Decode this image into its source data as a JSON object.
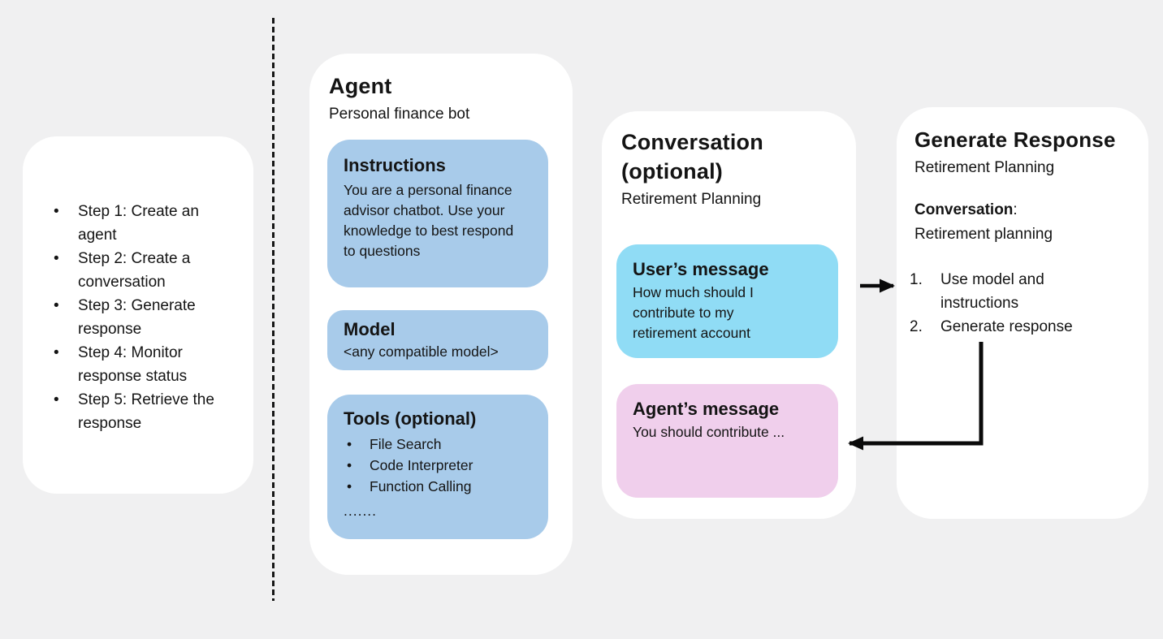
{
  "glyphs": {
    "bullet": "•"
  },
  "colors": {
    "background": "#f0f0f1",
    "card": "#ffffff",
    "agent_box_blue": "#a8cbea",
    "user_message_cyan": "#90dcf5",
    "agent_message_pink": "#f0cfec",
    "arrow_black": "#0a0a0a"
  },
  "steps_panel": {
    "items": [
      "Step 1: Create an agent",
      "Step 2: Create a conversation",
      "Step 3: Generate response",
      "Step 4: Monitor response status",
      "Step 5: Retrieve the response"
    ]
  },
  "agent_card": {
    "title": "Agent",
    "subtitle": "Personal finance bot",
    "instructions": {
      "title": "Instructions",
      "body": "You are a personal finance advisor chatbot. Use your knowledge to best respond to questions"
    },
    "model": {
      "title": "Model",
      "body": "<any compatible model>"
    },
    "tools": {
      "title": "Tools (optional)",
      "items": [
        "File Search",
        "Code Interpreter",
        "Function Calling"
      ],
      "ellipsis": "......."
    }
  },
  "conversation_card": {
    "title": "Conversation (optional)",
    "subtitle": "Retirement Planning",
    "user_message": {
      "title": "User’s message",
      "body": "How much should I contribute to my retirement account"
    },
    "agent_message": {
      "title": "Agent’s message",
      "body": "You should contribute ..."
    }
  },
  "generate_card": {
    "title": "Generate Response",
    "subtitle": "Retirement Planning",
    "conversation_label": "Conversation",
    "conversation_colon": ":",
    "conversation_value": "Retirement planning",
    "list": [
      {
        "num": "1.",
        "text": "Use model and instructions"
      },
      {
        "num": "2.",
        "text": "Generate response"
      }
    ]
  }
}
